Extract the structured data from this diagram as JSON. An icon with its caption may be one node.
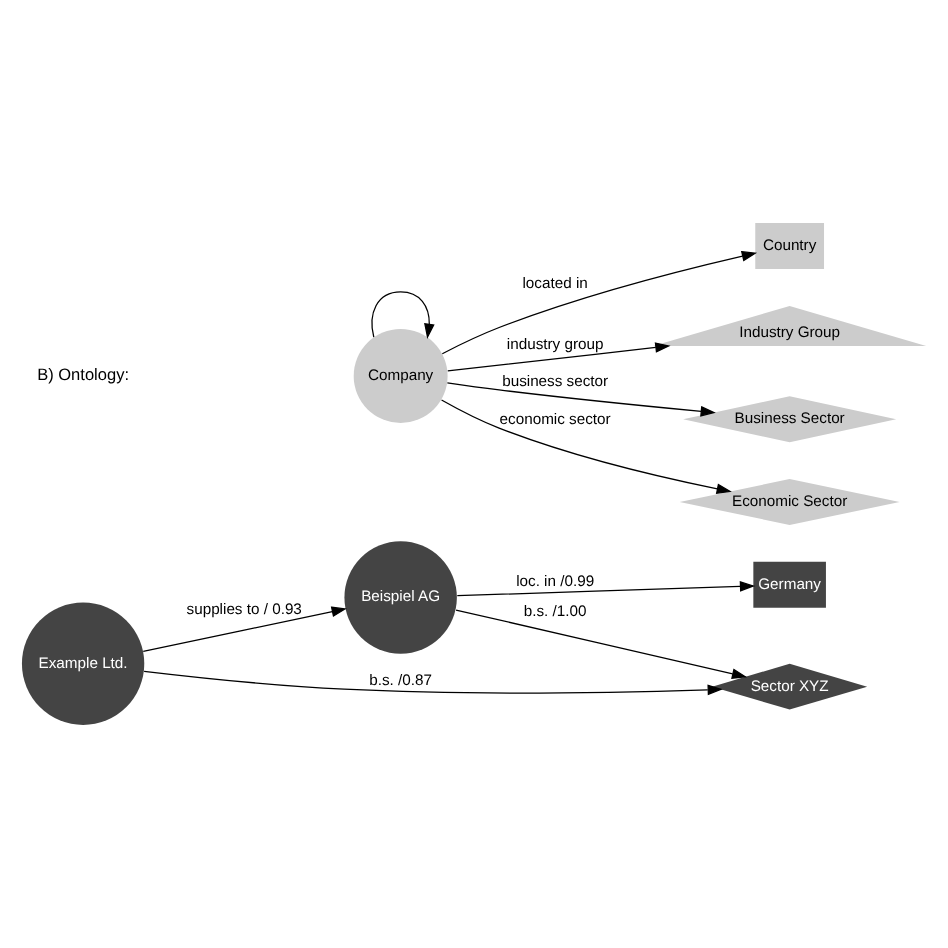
{
  "diagram": {
    "nodes": [
      {
        "text": [
          "Example Ltd."
        ]
      },
      {
        "text": [
          "Beispiel AG"
        ]
      },
      {
        "text": [
          "Sector XYZ"
        ]
      },
      {
        "text": [
          "Germany"
        ]
      },
      {
        "text": [
          "Company"
        ]
      },
      {
        "text": [
          "Country"
        ]
      },
      {
        "text": [
          "Industry Group"
        ]
      },
      {
        "text": [
          "Business Sector"
        ]
      },
      {
        "text": [
          "Economic Sector"
        ]
      }
    ],
    "edges": [
      {
        "from": 0,
        "to": 1,
        "arrow": "to",
        "label": "supplies to / 0.93"
      },
      {
        "from": 0,
        "to": 2,
        "arrow": "to",
        "label": "b.s. /0.87"
      },
      {
        "from": 1,
        "to": 2,
        "arrow": "to",
        "label": "b.s. /1.00"
      },
      {
        "from": 1,
        "to": 3,
        "arrow": "to",
        "label": "loc. in /0.99"
      },
      {
        "from": 4,
        "to": 5,
        "arrow": "to",
        "label": "located in"
      },
      {
        "from": 4,
        "to": 6,
        "arrow": "to",
        "label": "industry group"
      },
      {
        "from": 4,
        "to": 7,
        "arrow": "to",
        "label": "business sector"
      },
      {
        "from": 4,
        "to": 8,
        "arrow": "to",
        "label": "economic sector"
      },
      {
        "from": 4,
        "to": 4,
        "arrow": "to"
      }
    ],
    "labels": [
      "B) Ontology:"
    ]
  }
}
